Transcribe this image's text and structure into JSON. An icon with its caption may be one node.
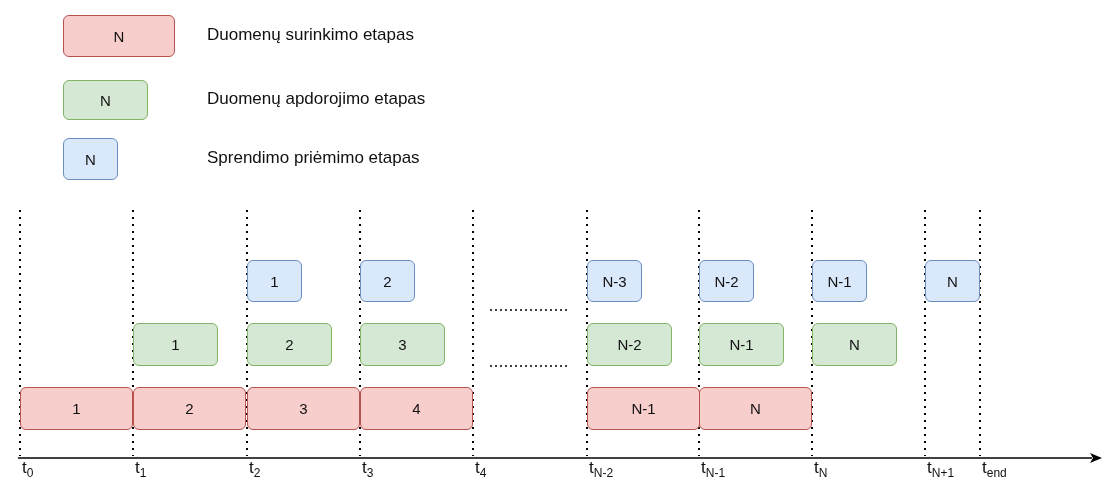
{
  "diagram": {
    "nodes": [
      {
        "text": [
          "1"
        ]
      },
      {
        "text": [
          "2"
        ]
      },
      {
        "text": [
          "N-3"
        ]
      },
      {
        "text": [
          "N-2"
        ]
      },
      {
        "text": [
          "N-1"
        ]
      },
      {
        "text": [
          "N"
        ]
      },
      {
        "text": [
          "1"
        ]
      },
      {
        "text": [
          "2"
        ]
      },
      {
        "text": [
          "3"
        ]
      },
      {
        "text": [
          "N-2"
        ]
      },
      {
        "text": [
          "N-1"
        ]
      },
      {
        "text": [
          "N"
        ]
      },
      {
        "text": [
          "1"
        ]
      },
      {
        "text": [
          "2"
        ]
      },
      {
        "text": [
          "3"
        ]
      },
      {
        "text": [
          "4"
        ]
      },
      {
        "text": [
          "N-1"
        ]
      },
      {
        "text": [
          "N"
        ]
      }
    ],
    "edges": [],
    "labels": [
      "N",
      "N",
      "N",
      "t$_{0}$",
      "t$_{1}$",
      "t$_{2}$",
      "t$_{3}$",
      "t$_{4}$",
      "t$_{N-2}$",
      "t$_{N-1}$",
      "t$_{N}$",
      "t$_{N+1}$",
      "t$_{end}$"
    ],
    "legend": [
      {
        "text": "Duomenų surinkimo etapas",
        "color": "#f8cecc"
      },
      {
        "text": "Duomenų apdorojimo etapas",
        "color": "#d5e8d4"
      },
      {
        "text": "Sprendimo priėmimo etapas",
        "color": "#dae8fc"
      }
    ]
  }
}
